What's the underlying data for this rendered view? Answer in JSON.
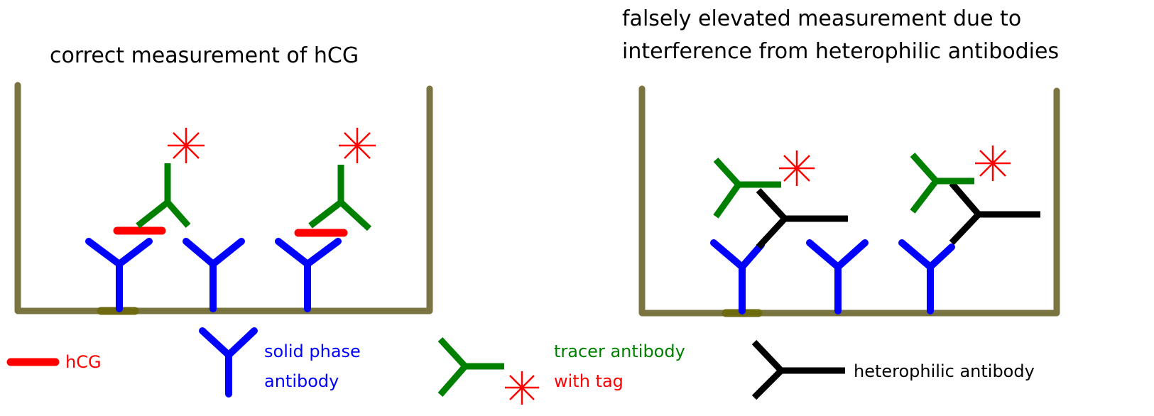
{
  "colors": {
    "well": "#7a7440",
    "well_base": "#6e6a10",
    "hcg": "#ff0000",
    "solid": "#0000ff",
    "tracer": "#008000",
    "tag": "#ff0000",
    "hetero": "#000000"
  },
  "panels": {
    "left": {
      "title": "correct measurement of hCG"
    },
    "right": {
      "title_line1": "falsely elevated measurement due to",
      "title_line2": "interference from heterophilic antibodies"
    }
  },
  "legend": {
    "hcg": "hCG",
    "solid_line1": "solid phase",
    "solid_line2": "antibody",
    "tracer_line1": "tracer antibody",
    "tracer_line2": "with tag",
    "hetero": "heterophilic antibody"
  }
}
